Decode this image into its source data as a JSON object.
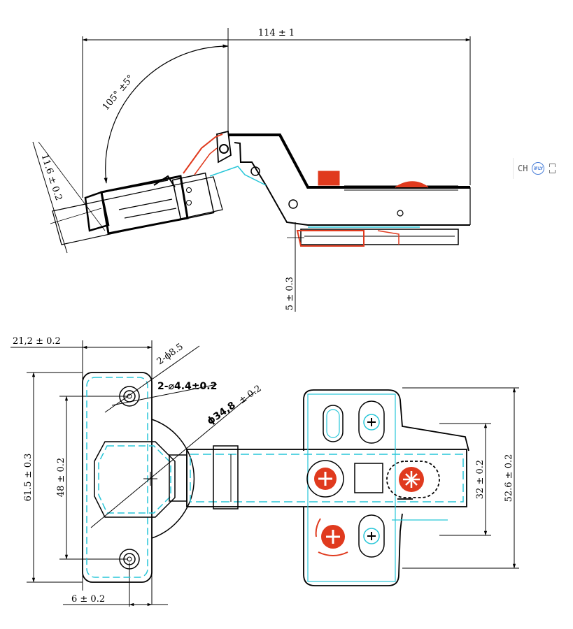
{
  "side_view": {
    "width_dim": "114 ± 1",
    "angle_dim": "105° ±5°",
    "thickness_dim": "11.6 ± 0.2",
    "offset_dim": "5 ± 0.3"
  },
  "cup_view": {
    "edge_dim": "21,2 ± 0.2",
    "large_hole_dim": "2-ϕ8.5",
    "small_hole_dim": "2-⌀4.4±0.2",
    "cup_diameter_dim": "ϕ34,8",
    "cup_diameter_tol": "± 0.2",
    "height_dim": "61.5 ± 0.3",
    "hole_spacing_dim": "48 ± 0.2",
    "bottom_dim": "6 ± 0.2"
  },
  "plate_view": {
    "inner_dim": "32 ± 0.2",
    "outer_dim": "52.6 ± 0.2"
  },
  "ime_toolbar": {
    "language": "CH",
    "logo_text": "iFLY"
  }
}
